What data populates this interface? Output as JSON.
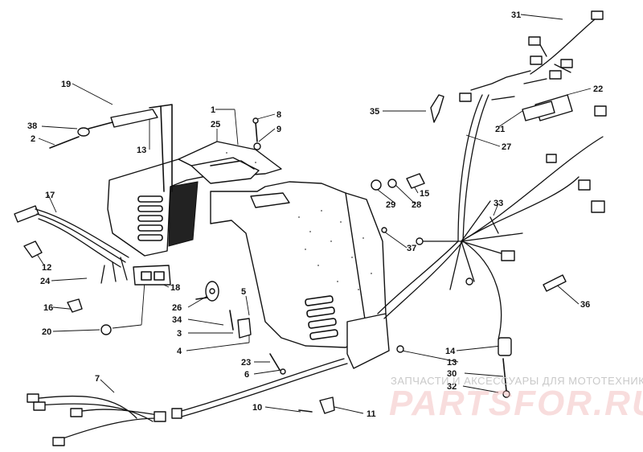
{
  "diagram": {
    "callouts": [
      {
        "id": "c31",
        "text": "31"
      },
      {
        "id": "c19",
        "text": "19"
      },
      {
        "id": "c1",
        "text": "1"
      },
      {
        "id": "c8",
        "text": "8"
      },
      {
        "id": "c9",
        "text": "9"
      },
      {
        "id": "c25",
        "text": "25"
      },
      {
        "id": "c38",
        "text": "38"
      },
      {
        "id": "c2",
        "text": "2"
      },
      {
        "id": "c13a",
        "text": "13"
      },
      {
        "id": "c35",
        "text": "35"
      },
      {
        "id": "c22",
        "text": "22"
      },
      {
        "id": "c21",
        "text": "21"
      },
      {
        "id": "c27",
        "text": "27"
      },
      {
        "id": "c17",
        "text": "17"
      },
      {
        "id": "c15",
        "text": "15"
      },
      {
        "id": "c29",
        "text": "29"
      },
      {
        "id": "c28",
        "text": "28"
      },
      {
        "id": "c33",
        "text": "33"
      },
      {
        "id": "c37",
        "text": "37"
      },
      {
        "id": "c12",
        "text": "12"
      },
      {
        "id": "c24",
        "text": "24"
      },
      {
        "id": "c18",
        "text": "18"
      },
      {
        "id": "c26",
        "text": "26"
      },
      {
        "id": "c5",
        "text": "5"
      },
      {
        "id": "c34",
        "text": "34"
      },
      {
        "id": "c36",
        "text": "36"
      },
      {
        "id": "c16",
        "text": "16"
      },
      {
        "id": "c20",
        "text": "20"
      },
      {
        "id": "c3",
        "text": "3"
      },
      {
        "id": "c4",
        "text": "4"
      },
      {
        "id": "c14",
        "text": "14"
      },
      {
        "id": "c23",
        "text": "23"
      },
      {
        "id": "c6",
        "text": "6"
      },
      {
        "id": "c13b",
        "text": "13"
      },
      {
        "id": "c30",
        "text": "30"
      },
      {
        "id": "c32",
        "text": "32"
      },
      {
        "id": "c7",
        "text": "7"
      },
      {
        "id": "c10",
        "text": "10"
      },
      {
        "id": "c11",
        "text": "11"
      }
    ]
  },
  "watermark": {
    "tagline": "ЗАПЧАСТИ И АКСЕССУАРЫ ДЛЯ МОТОТЕХНИКИ",
    "logo": "PARTSFOR.RU",
    "color": "#e05a5a"
  }
}
